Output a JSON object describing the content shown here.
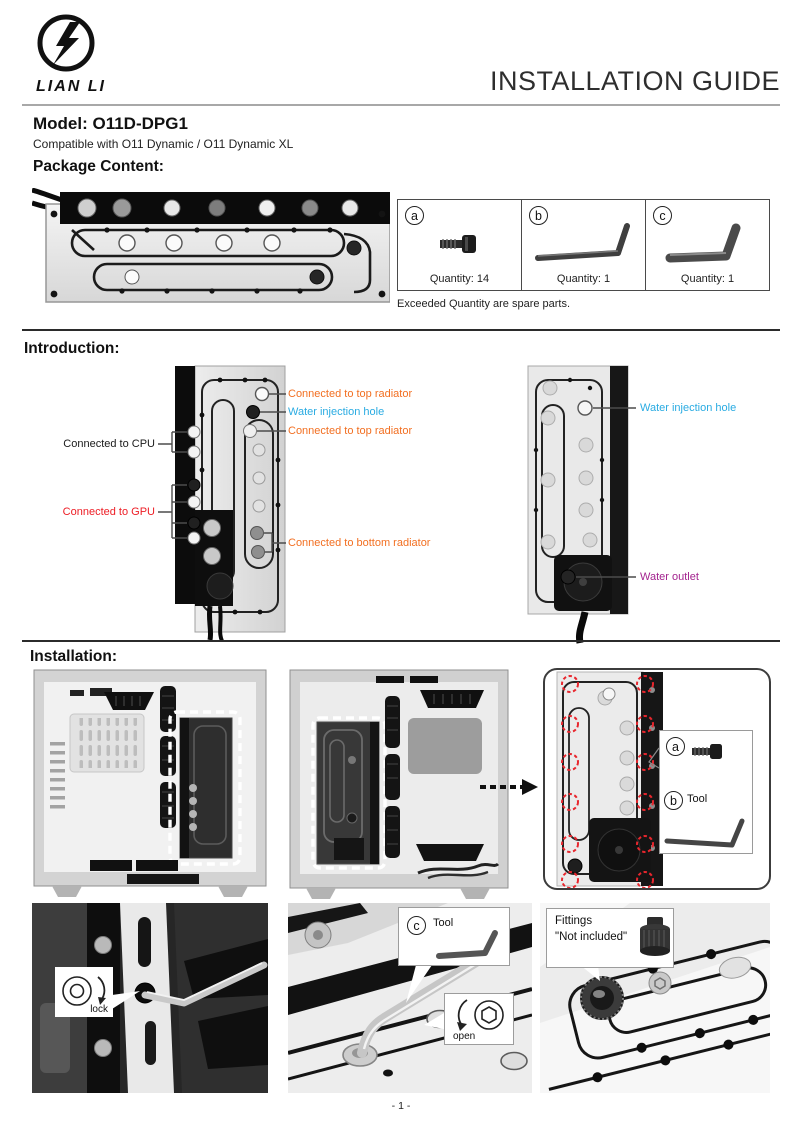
{
  "header": {
    "brand": "LIAN LI",
    "title": "INSTALLATION GUIDE"
  },
  "model": {
    "title": "Model: O11D-DPG1",
    "compatibility": "Compatible with O11 Dynamic / O11 Dynamic XL"
  },
  "section_headings": {
    "package": "Package Content:",
    "introduction": "Introduction:",
    "installation": "Installation:"
  },
  "package_content": {
    "parts": [
      {
        "letter": "a",
        "icon": "screw-icon",
        "quantity": "Quantity: 14"
      },
      {
        "letter": "b",
        "icon": "hex-key-long-icon",
        "quantity": "Quantity: 1"
      },
      {
        "letter": "c",
        "icon": "hex-key-short-icon",
        "quantity": "Quantity: 1"
      }
    ],
    "note": "Exceeded Quantity are spare parts."
  },
  "introduction": {
    "front_labels": [
      {
        "text": "Connected to top radiator",
        "color": "#F26F21"
      },
      {
        "text": "Water injection hole",
        "color": "#29ABE2"
      },
      {
        "text": "Connected to top radiator",
        "color": "#F26F21"
      },
      {
        "text": "Connected to CPU",
        "color": "#1A1A1A"
      },
      {
        "text": "Connected to GPU",
        "color": "#ED1C24"
      },
      {
        "text": "Connected to bottom radiator",
        "color": "#F26F21"
      }
    ],
    "back_labels": [
      {
        "text": "Water injection hole",
        "color": "#29ABE2"
      },
      {
        "text": "Water outlet",
        "color": "#A3238E"
      }
    ]
  },
  "installation": {
    "detail_callout": {
      "part_a_letter": "a",
      "part_b_letter": "b",
      "part_b_label": "Tool"
    },
    "lock_callout": {
      "label": "lock"
    },
    "open_callout": {
      "part_c_letter": "c",
      "part_c_label": "Tool",
      "label": "open"
    },
    "fittings_callout": {
      "line1": "Fittings",
      "line2": "\"Not included\""
    }
  },
  "colors": {
    "orange": "#F26F21",
    "cyan": "#29ABE2",
    "red": "#ED1C24",
    "purple": "#A3238E",
    "marker_red": "#E8262D"
  },
  "footer": {
    "page_number": "- 1 -"
  }
}
